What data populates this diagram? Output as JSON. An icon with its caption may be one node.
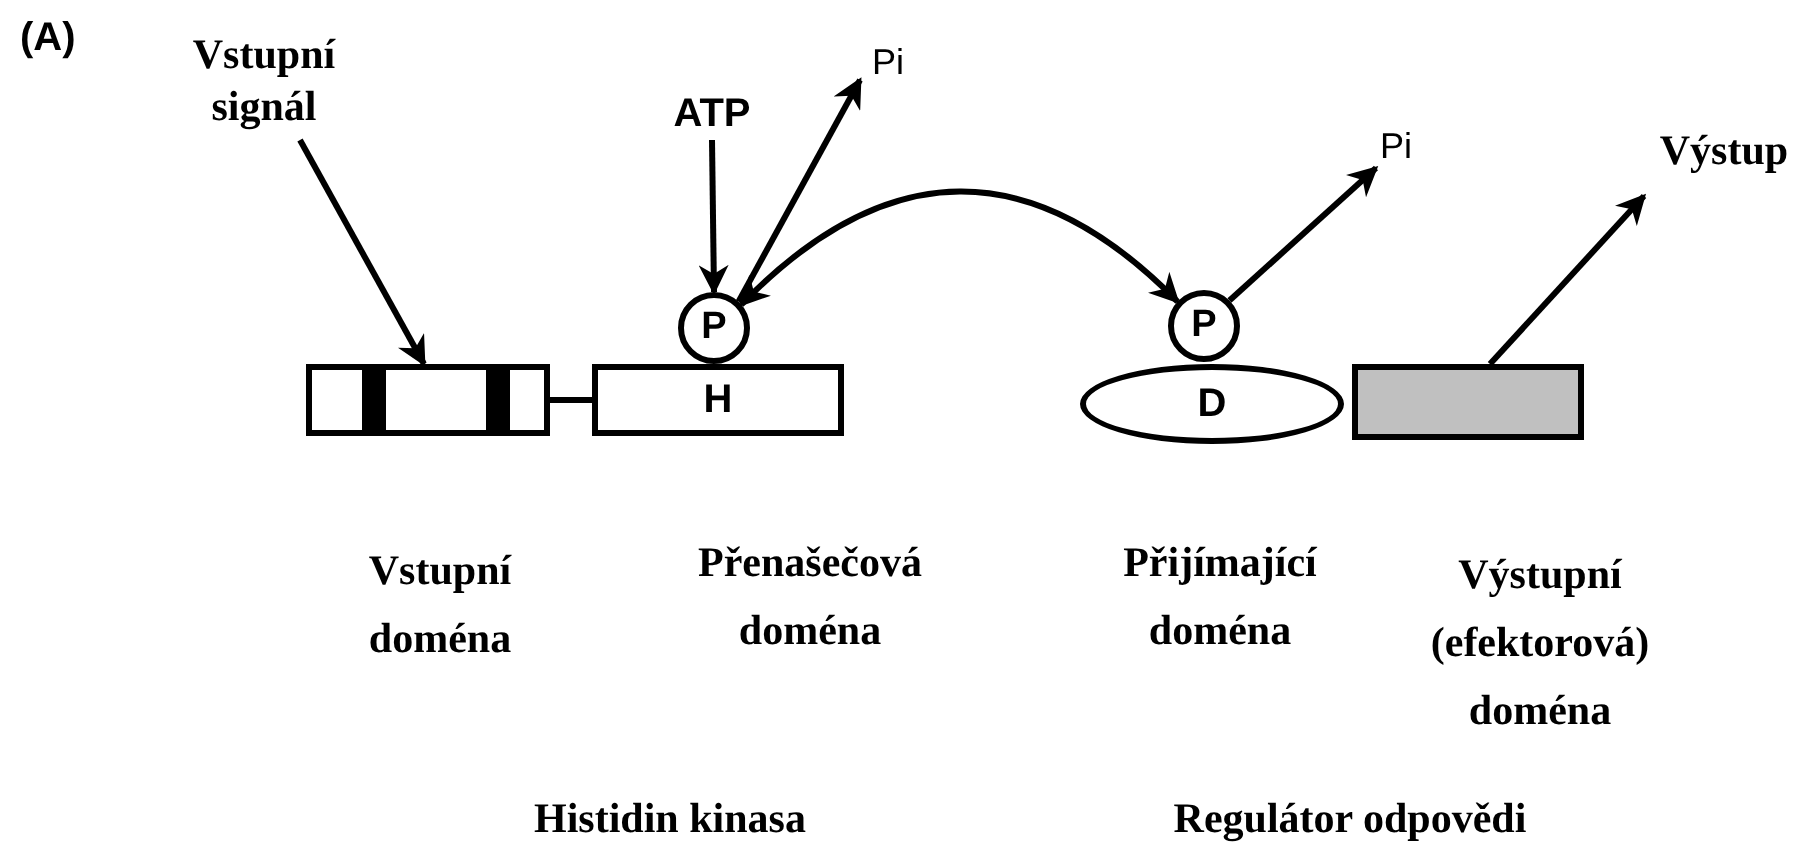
{
  "diagram": {
    "nodes": [
      {
        "text": [
          "Vstupní signál"
        ]
      },
      {
        "text": [],
        "shape": "box"
      },
      {
        "text": [
          "H"
        ]
      },
      {
        "text": [
          "P"
        ]
      },
      {
        "text": [
          "ATP"
        ]
      },
      {
        "text": [
          "Pi"
        ]
      },
      {
        "text": [
          "P"
        ]
      },
      {
        "text": [
          "D"
        ]
      },
      {
        "text": [],
        "shape": "box"
      },
      {
        "text": [
          "Pi"
        ]
      },
      {
        "text": [
          "Výstup"
        ]
      }
    ],
    "edges": [
      {
        "from": 0,
        "to": 1,
        "arrow": "to"
      },
      {
        "from": 1,
        "to": 2,
        "arrow": "none"
      },
      {
        "from": 4,
        "to": 3,
        "arrow": "to"
      },
      {
        "from": 3,
        "to": 5,
        "arrow": "to"
      },
      {
        "from": 3,
        "to": 6,
        "arrow": "both"
      },
      {
        "from": 6,
        "to": 9,
        "arrow": "to"
      },
      {
        "from": 8,
        "to": 10,
        "arrow": "to"
      }
    ],
    "labels": [
      "(A)",
      "Vstupní doména",
      "Přenašečová doména",
      "Přijímající doména",
      "Výstupní (efektorová) doména",
      "Histidin kinasa",
      "Regulátor odpovědi"
    ]
  }
}
